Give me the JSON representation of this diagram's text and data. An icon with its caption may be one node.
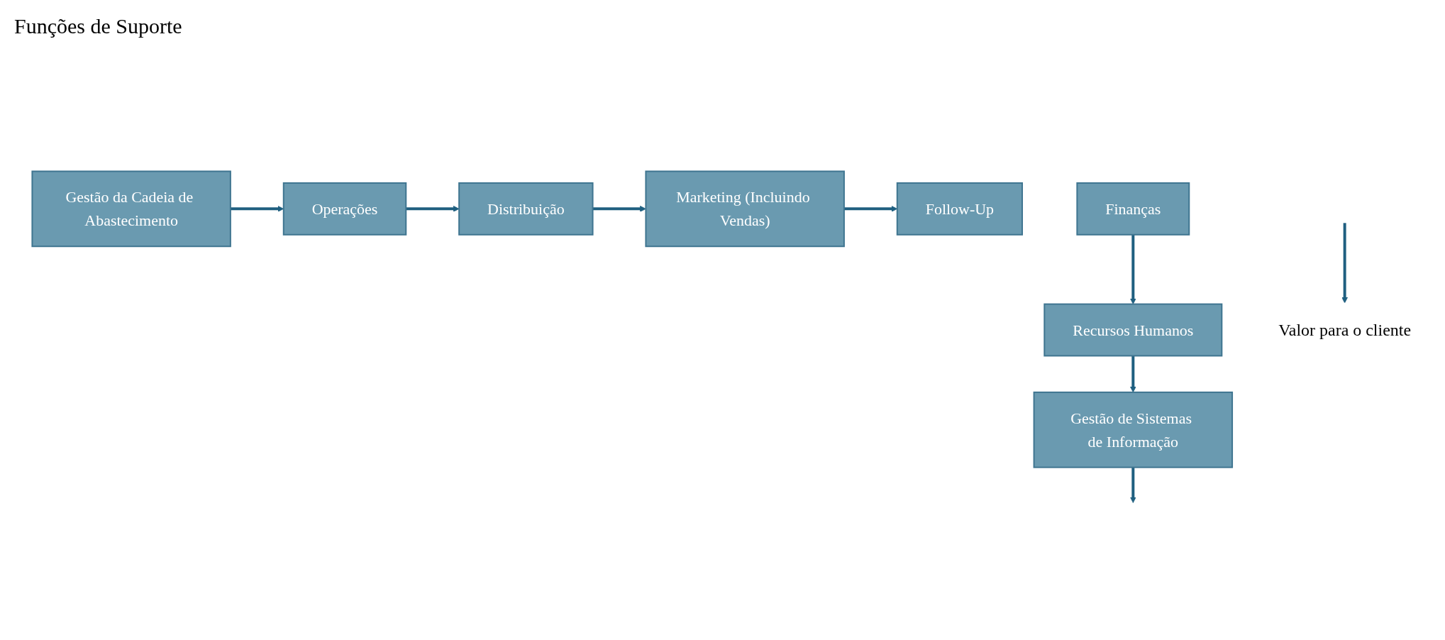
{
  "diagram": {
    "nodes": [
      {
        "text": [
          "Finanças"
        ]
      },
      {
        "text": [
          "Recursos Humanos"
        ]
      },
      {
        "text": [
          "Gestão de Sistemas de Informação"
        ]
      },
      {
        "text": [
          "Gestão da Cadeia de Abastecimento"
        ]
      },
      {
        "text": [
          "Operações"
        ]
      },
      {
        "text": [
          "Distribuição"
        ]
      },
      {
        "text": [
          "Marketing (Incluindo Vendas)"
        ]
      },
      {
        "text": [
          "Follow-Up"
        ]
      },
      {
        "text": [
          "Valor para o cliente"
        ]
      }
    ],
    "edges": [
      {
        "from": 0,
        "to": 1,
        "arrow": "to"
      },
      {
        "from": 1,
        "to": 2,
        "arrow": "to"
      },
      {
        "from": 2,
        "to": null,
        "arrow": "to"
      },
      {
        "from": null,
        "to": 8,
        "arrow": "to"
      },
      {
        "from": 3,
        "to": 4,
        "arrow": "to"
      },
      {
        "from": 4,
        "to": 5,
        "arrow": "to"
      },
      {
        "from": 5,
        "to": 6,
        "arrow": "to"
      },
      {
        "from": 6,
        "to": 7,
        "arrow": "to"
      }
    ],
    "labels": [
      "Funções de Suporte"
    ]
  }
}
